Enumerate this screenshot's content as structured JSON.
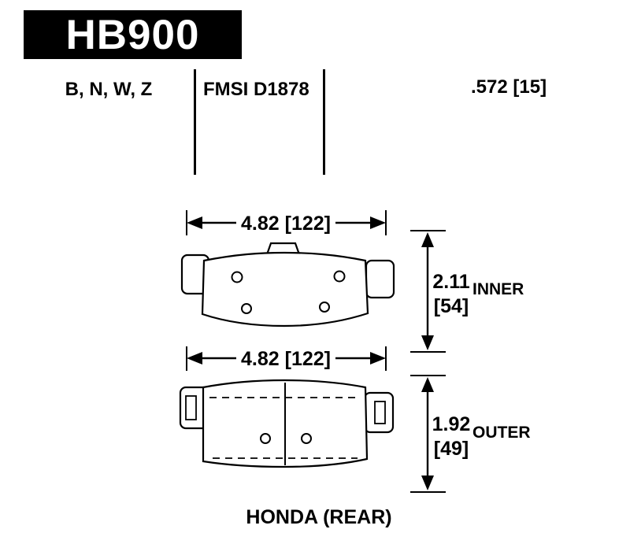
{
  "header": {
    "part_number": "HB900",
    "compound_codes": "B, N, W, Z",
    "fmsi_number": "FMSI D1878",
    "pad_thickness": ".572 [15]"
  },
  "inner_pad": {
    "width_dim": "4.82 [122]",
    "height_dim_in": "2.11",
    "height_dim_mm": "[54]",
    "label": "INNER"
  },
  "outer_pad": {
    "width_dim": "4.82 [122]",
    "height_dim_in": "1.92",
    "height_dim_mm": "[49]",
    "label": "OUTER"
  },
  "footer": {
    "application": "HONDA (REAR)"
  },
  "colors": {
    "background": "#ffffff",
    "line": "#000000",
    "part_box_bg": "#000000",
    "part_box_text": "#ffffff"
  }
}
